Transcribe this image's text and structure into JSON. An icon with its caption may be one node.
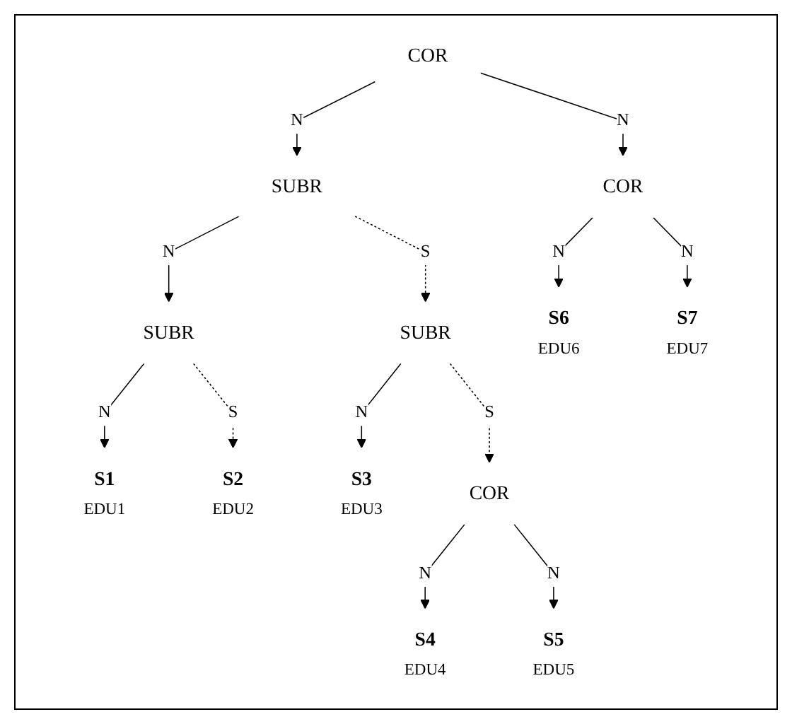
{
  "diagram": {
    "nodes": [
      {
        "text": [
          "COR"
        ]
      },
      {
        "text": [
          "SUBR"
        ]
      },
      {
        "text": [
          "SUBR"
        ]
      },
      {
        "text": [
          "COR"
        ]
      },
      {
        "text": [
          "SUBR"
        ]
      },
      {
        "text": [
          "COR"
        ]
      },
      {
        "text": [
          "S1",
          "EDU1"
        ]
      },
      {
        "text": [
          "S2",
          "EDU2"
        ]
      },
      {
        "text": [
          "S3",
          "EDU3"
        ]
      },
      {
        "text": [
          "S4",
          "EDU4"
        ]
      },
      {
        "text": [
          "S5",
          "EDU5"
        ]
      },
      {
        "text": [
          "S6",
          "EDU6"
        ]
      },
      {
        "text": [
          "S7",
          "EDU7"
        ]
      }
    ],
    "edges": [
      {
        "from": 0,
        "to": 1,
        "arrow": "to",
        "label": "N"
      },
      {
        "from": 0,
        "to": 3,
        "arrow": "to",
        "label": "N"
      },
      {
        "from": 1,
        "to": 4,
        "arrow": "to",
        "label": "N"
      },
      {
        "from": 1,
        "to": 2,
        "arrow": "to",
        "label": "S",
        "style": "dashed"
      },
      {
        "from": 2,
        "to": 8,
        "arrow": "to",
        "label": "N"
      },
      {
        "from": 2,
        "to": 5,
        "arrow": "to",
        "label": "S",
        "style": "dashed"
      },
      {
        "from": 3,
        "to": 11,
        "arrow": "to",
        "label": "N"
      },
      {
        "from": 3,
        "to": 12,
        "arrow": "to",
        "label": "N"
      },
      {
        "from": 4,
        "to": 6,
        "arrow": "to",
        "label": "N"
      },
      {
        "from": 4,
        "to": 7,
        "arrow": "to",
        "label": "S",
        "style": "dashed"
      },
      {
        "from": 5,
        "to": 9,
        "arrow": "to",
        "label": "N"
      },
      {
        "from": 5,
        "to": 10,
        "arrow": "to",
        "label": "N"
      }
    ]
  }
}
